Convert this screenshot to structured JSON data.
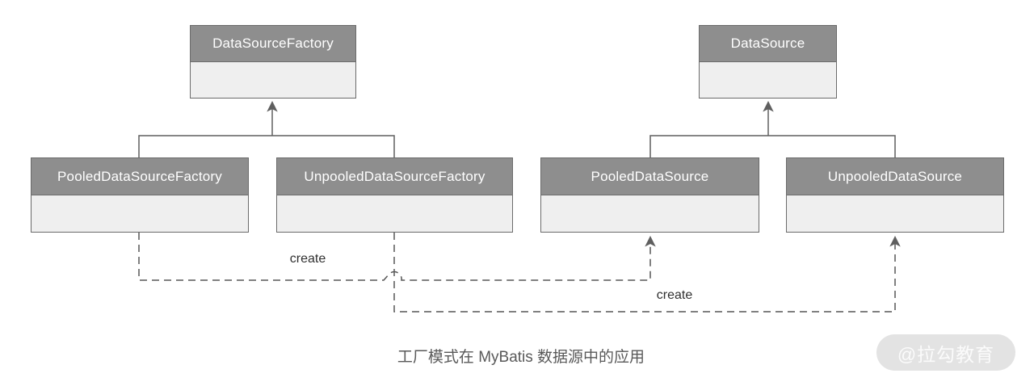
{
  "diagram": {
    "caption": "工厂模式在 MyBatis 数据源中的应用",
    "watermark": "@拉勾教育",
    "classes": [
      {
        "label": "DataSourceFactory"
      },
      {
        "label": "DataSource"
      },
      {
        "label": "PooledDataSourceFactory"
      },
      {
        "label": "UnpooledDataSourceFactory"
      },
      {
        "label": "PooledDataSource"
      },
      {
        "label": "UnpooledDataSource"
      }
    ],
    "relations": [
      {
        "from": "PooledDataSourceFactory",
        "to": "DataSourceFactory",
        "type": "inheritance",
        "label": ""
      },
      {
        "from": "UnpooledDataSourceFactory",
        "to": "DataSourceFactory",
        "type": "inheritance",
        "label": ""
      },
      {
        "from": "PooledDataSource",
        "to": "DataSource",
        "type": "inheritance",
        "label": ""
      },
      {
        "from": "UnpooledDataSource",
        "to": "DataSource",
        "type": "inheritance",
        "label": ""
      },
      {
        "from": "PooledDataSourceFactory",
        "to": "PooledDataSource",
        "type": "create-dependency",
        "label": "create"
      },
      {
        "from": "UnpooledDataSourceFactory",
        "to": "UnpooledDataSource",
        "type": "create-dependency",
        "label": "create"
      }
    ],
    "colors": {
      "header_bg": "#8e8e8e",
      "body_bg": "#efefef",
      "border": "#6b6b6b",
      "line": "#5f5f5f",
      "header_text": "#ffffff",
      "edge_label_text": "#2f2f2f",
      "caption_text": "#595959",
      "watermark_bg": "#e3e3e3",
      "watermark_text": "#fbfbfb"
    }
  }
}
